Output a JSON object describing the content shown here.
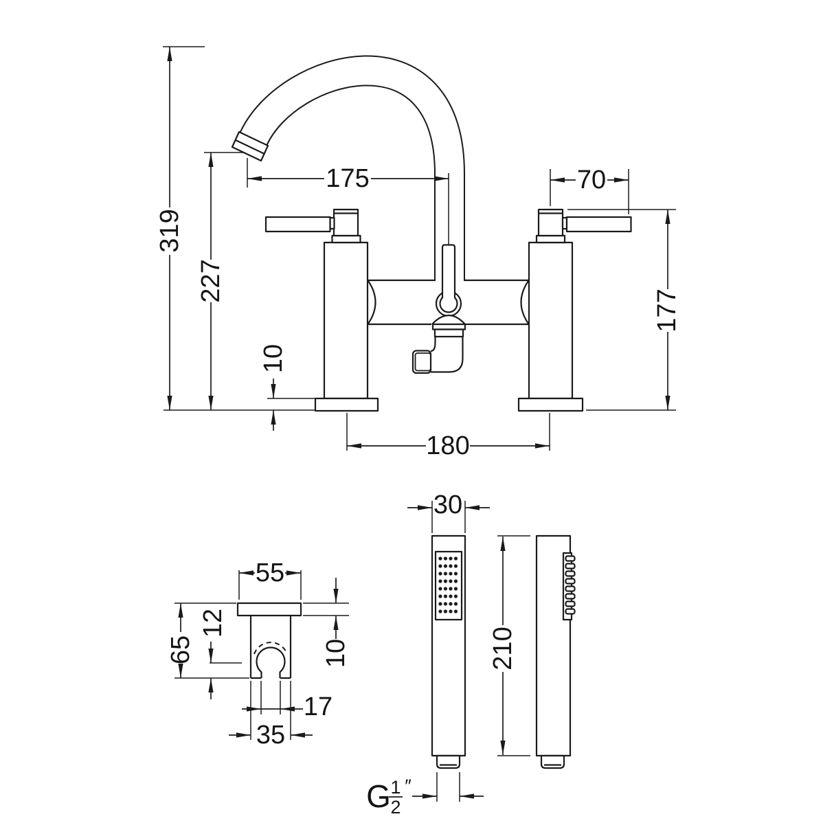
{
  "page": {
    "background": "#ffffff",
    "line_color": "#1a1a1a",
    "text_color": "#141414",
    "units": "mm"
  },
  "views": {
    "mixer_front": {
      "name": "bath-shower-mixer-front-elevation",
      "dims": {
        "overall_height": "319",
        "spout_outlet_height": "227",
        "spout_reach": "175",
        "handle_projection": "70",
        "body_height": "177",
        "base_plate_height": "10",
        "tap_centres": "180"
      }
    },
    "wall_bracket": {
      "name": "handset-wall-bracket-detail",
      "dims": {
        "plate_width": "55",
        "overall_height": "65",
        "hook_depth": "12",
        "plate_thickness": "10",
        "slot_width": "17",
        "body_width": "35"
      }
    },
    "handset": {
      "name": "shower-handset-front-and-side",
      "dims": {
        "diameter": "30",
        "length": "210"
      },
      "thread": {
        "prefix": "G",
        "numerator": "1",
        "denominator": "2",
        "unit": "″",
        "label": "G 1/2\""
      }
    }
  }
}
